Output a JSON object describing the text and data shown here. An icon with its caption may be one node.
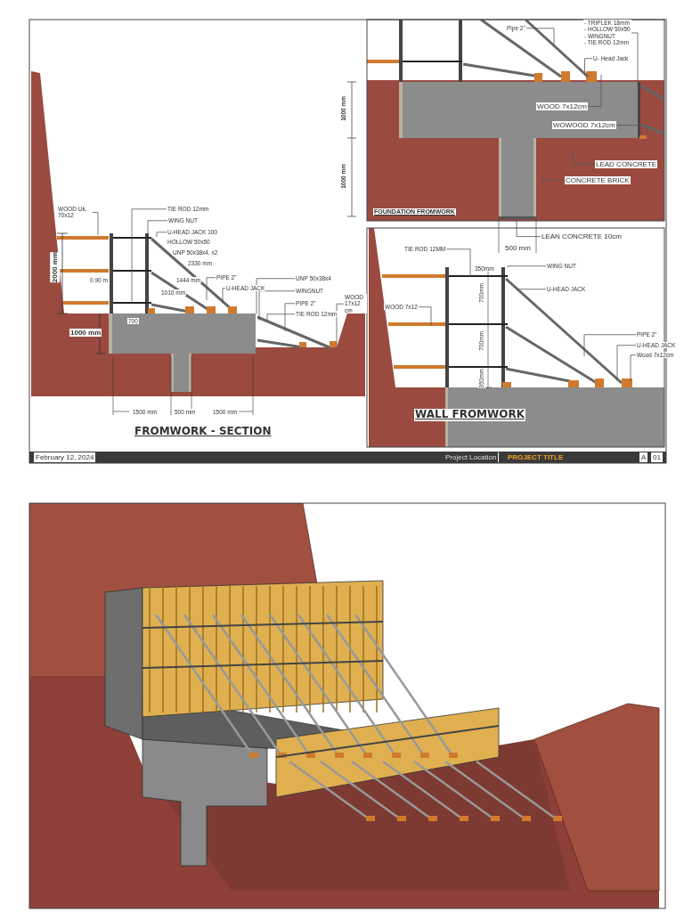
{
  "diagram": {
    "nodes": [
      {
        "text": [
          "- TRIPLEK 18mm",
          "- HOLLOW 50x50",
          "- WINGNUT",
          "- TIE ROD 12mm"
        ]
      },
      {
        "text": [
          "Pipe 2\""
        ]
      },
      {
        "text": [
          "U- Head Jack"
        ]
      },
      {
        "text": [
          "WOOD 7x12cm"
        ]
      },
      {
        "text": [
          "WOWOOD 7x12cm"
        ]
      },
      {
        "text": [
          "LEAD CONCRETE"
        ]
      },
      {
        "text": [
          "CONCRETE BRICK"
        ]
      },
      {
        "text": [
          "WOOD Uk. 70x12"
        ]
      },
      {
        "text": [
          "TIE ROD 12mm"
        ]
      },
      {
        "text": [
          "WING NUT"
        ]
      },
      {
        "text": [
          "U-HEAD JACK 100"
        ]
      },
      {
        "text": [
          "LEAN CONCRETE 10cm"
        ]
      },
      {
        "text": [
          "TIE ROD 12MM"
        ]
      },
      {
        "text": [
          "WING NUT"
        ]
      },
      {
        "text": [
          "PIPE 2\""
        ]
      },
      {
        "text": [
          "UNP 50x38x4"
        ]
      },
      {
        "text": [
          "U-HEAD JACK"
        ]
      },
      {
        "text": [
          "U-HEAD JACK"
        ]
      },
      {
        "text": [
          "WINGNUT"
        ]
      },
      {
        "text": [
          "WOOD 17x12 cm"
        ]
      },
      {
        "text": [
          "PIPE 2\""
        ]
      },
      {
        "text": [
          "WOOD 7x12"
        ]
      },
      {
        "text": [
          "TIE ROD 12mm"
        ]
      },
      {
        "text": [
          "PIPE 2\""
        ]
      },
      {
        "text": [
          "U-HEAD JACK"
        ]
      },
      {
        "text": [
          "Wood 7x12cm"
        ]
      },
      {
        "text": [],
        "shape": "bar"
      },
      {
        "text": [],
        "shape": "bar"
      }
    ],
    "edges": [
      {
        "from": 0,
        "to": null,
        "arrow": "none"
      },
      {
        "from": 1,
        "to": 26,
        "arrow": "none"
      },
      {
        "from": 2,
        "to": 26,
        "arrow": "none"
      },
      {
        "from": 3,
        "to": null,
        "arrow": "none"
      },
      {
        "from": 4,
        "to": null,
        "arrow": "none"
      },
      {
        "from": 5,
        "to": null,
        "arrow": "none"
      },
      {
        "from": 6,
        "to": null,
        "arrow": "none"
      },
      {
        "from": 7,
        "to": null,
        "arrow": "none"
      },
      {
        "from": 8,
        "to": null,
        "arrow": "none"
      },
      {
        "from": 9,
        "to": null,
        "arrow": "none"
      },
      {
        "from": 10,
        "to": null,
        "arrow": "none"
      },
      {
        "from": 11,
        "to": 27,
        "arrow": "none"
      },
      {
        "from": 12,
        "to": null,
        "arrow": "none"
      },
      {
        "from": 13,
        "to": null,
        "arrow": "none"
      },
      {
        "from": 14,
        "to": null,
        "arrow": "none"
      },
      {
        "from": 15,
        "to": null,
        "arrow": "none"
      },
      {
        "from": 16,
        "to": null,
        "arrow": "none"
      },
      {
        "from": 17,
        "to": null,
        "arrow": "none"
      },
      {
        "from": 18,
        "to": null,
        "arrow": "none"
      },
      {
        "from": 19,
        "to": null,
        "arrow": "none"
      },
      {
        "from": 20,
        "to": null,
        "arrow": "none"
      },
      {
        "from": 21,
        "to": null,
        "arrow": "none"
      },
      {
        "from": 22,
        "to": null,
        "arrow": "none"
      },
      {
        "from": 23,
        "to": null,
        "arrow": "none"
      },
      {
        "from": 24,
        "to": null,
        "arrow": "none"
      },
      {
        "from": 25,
        "to": null,
        "arrow": "none"
      }
    ],
    "labels": [
      "1000 mm",
      "1000 mm",
      "FOUNDATION FROMWORK",
      "500 mm",
      "2000 mm",
      "HOLLOW 50x50",
      "UNP 50x38x4, x2",
      "2330 mm",
      "350mm",
      "0.90 m",
      "1444 mm",
      "1010 mm",
      "700mm",
      "700",
      "1000 mm",
      "700mm",
      "350mm",
      "1500 mm",
      "500 mm",
      "1500 mm",
      "WALL FROMWORK",
      "FROMWORK - SECTION",
      "February 12, 2024",
      "Project Location",
      "PROJECT TITLE",
      "A",
      "01"
    ]
  }
}
